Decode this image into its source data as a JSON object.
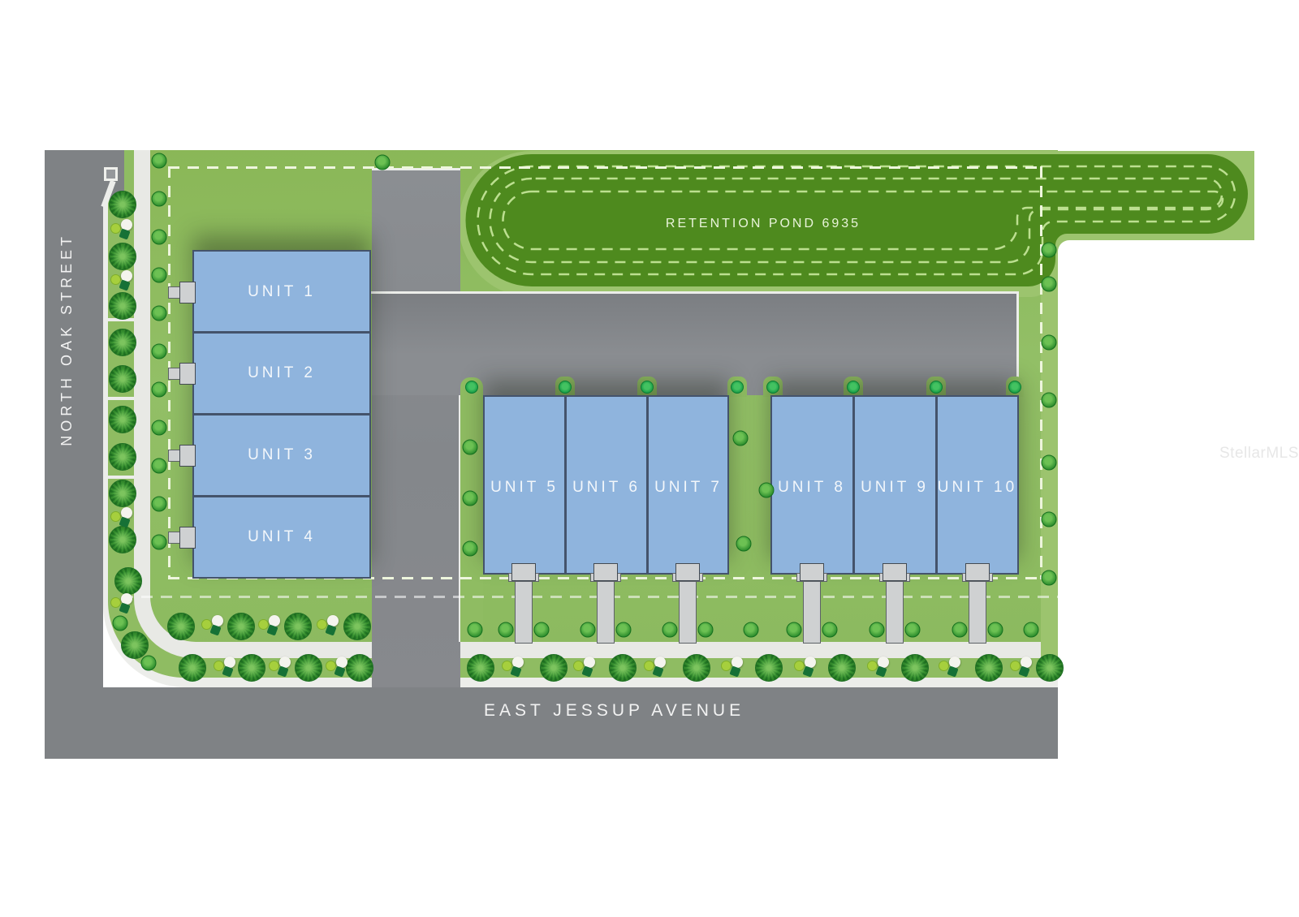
{
  "streets": {
    "left": "NORTH OAK STREET",
    "bottom": "EAST JESSUP AVENUE"
  },
  "pond": {
    "label": "RETENTION POND 6935"
  },
  "units": [
    {
      "id": 1,
      "label": "UNIT 1"
    },
    {
      "id": 2,
      "label": "UNIT 2"
    },
    {
      "id": 3,
      "label": "UNIT 3"
    },
    {
      "id": 4,
      "label": "UNIT 4"
    },
    {
      "id": 5,
      "label": "UNIT 5"
    },
    {
      "id": 6,
      "label": "UNIT 6"
    },
    {
      "id": 7,
      "label": "UNIT 7"
    },
    {
      "id": 8,
      "label": "UNIT 8"
    },
    {
      "id": 9,
      "label": "UNIT 9"
    },
    {
      "id": 10,
      "label": "UNIT 10"
    }
  ],
  "watermark": "StellarMLS",
  "colors": {
    "lawn": "#8fbc62",
    "pond_dark": "#4e8a1e",
    "pond_surround": "#9cc46e",
    "pond_contour_dash": "#bcdf90",
    "road": "#7f8285",
    "sidewalk": "#e8e9e5",
    "unit_fill": "#8fb4dd",
    "unit_border": "#44536b",
    "driveway": "#cfd1d2",
    "boundary_dash": "#eef6dd"
  },
  "landscape": {
    "trees_large": [
      [
        151,
        252
      ],
      [
        151,
        316
      ],
      [
        151,
        377
      ],
      [
        151,
        422
      ],
      [
        151,
        467
      ],
      [
        151,
        517
      ],
      [
        151,
        563
      ],
      [
        151,
        608
      ],
      [
        151,
        665
      ],
      [
        158,
        716
      ],
      [
        166,
        795
      ],
      [
        223,
        772
      ],
      [
        297,
        772
      ],
      [
        367,
        772
      ],
      [
        440,
        772
      ],
      [
        237,
        823
      ],
      [
        310,
        823
      ],
      [
        380,
        823
      ],
      [
        443,
        823
      ],
      [
        592,
        823
      ],
      [
        682,
        823
      ],
      [
        767,
        823
      ],
      [
        858,
        823
      ],
      [
        947,
        823
      ],
      [
        1037,
        823
      ],
      [
        1127,
        823
      ],
      [
        1218,
        823
      ],
      [
        1293,
        823
      ]
    ],
    "trees_small": [
      [
        196,
        198
      ],
      [
        196,
        245
      ],
      [
        196,
        292
      ],
      [
        196,
        339
      ],
      [
        196,
        386
      ],
      [
        196,
        433
      ],
      [
        196,
        480
      ],
      [
        196,
        527
      ],
      [
        196,
        574
      ],
      [
        196,
        621
      ],
      [
        196,
        668
      ],
      [
        471,
        200
      ],
      [
        148,
        768
      ],
      [
        183,
        817
      ],
      [
        579,
        551
      ],
      [
        579,
        614
      ],
      [
        579,
        676
      ],
      [
        912,
        540
      ],
      [
        944,
        604
      ],
      [
        916,
        670
      ],
      [
        1292,
        308
      ],
      [
        1292,
        350
      ],
      [
        1292,
        422
      ],
      [
        1292,
        493
      ],
      [
        1292,
        570
      ],
      [
        1292,
        640
      ],
      [
        1292,
        712
      ],
      [
        585,
        776
      ],
      [
        623,
        776
      ],
      [
        667,
        776
      ],
      [
        724,
        776
      ],
      [
        768,
        776
      ],
      [
        825,
        776
      ],
      [
        869,
        776
      ],
      [
        925,
        776
      ],
      [
        978,
        776
      ],
      [
        1022,
        776
      ],
      [
        1080,
        776
      ],
      [
        1124,
        776
      ],
      [
        1182,
        776
      ],
      [
        1226,
        776
      ],
      [
        1270,
        776
      ]
    ],
    "trees_tab": [
      [
        581,
        477
      ],
      [
        696,
        477
      ],
      [
        797,
        477
      ],
      [
        908,
        477
      ],
      [
        952,
        477
      ],
      [
        1051,
        477
      ],
      [
        1153,
        477
      ],
      [
        1250,
        477
      ]
    ],
    "shrubs": [
      [
        150,
        282
      ],
      [
        150,
        345
      ],
      [
        150,
        637
      ],
      [
        150,
        743
      ],
      [
        262,
        770
      ],
      [
        332,
        770
      ],
      [
        404,
        770
      ],
      [
        277,
        821
      ],
      [
        345,
        821
      ],
      [
        415,
        821
      ],
      [
        632,
        821
      ],
      [
        720,
        821
      ],
      [
        807,
        821
      ],
      [
        902,
        821
      ],
      [
        992,
        821
      ],
      [
        1082,
        821
      ],
      [
        1170,
        821
      ],
      [
        1258,
        821
      ]
    ]
  }
}
